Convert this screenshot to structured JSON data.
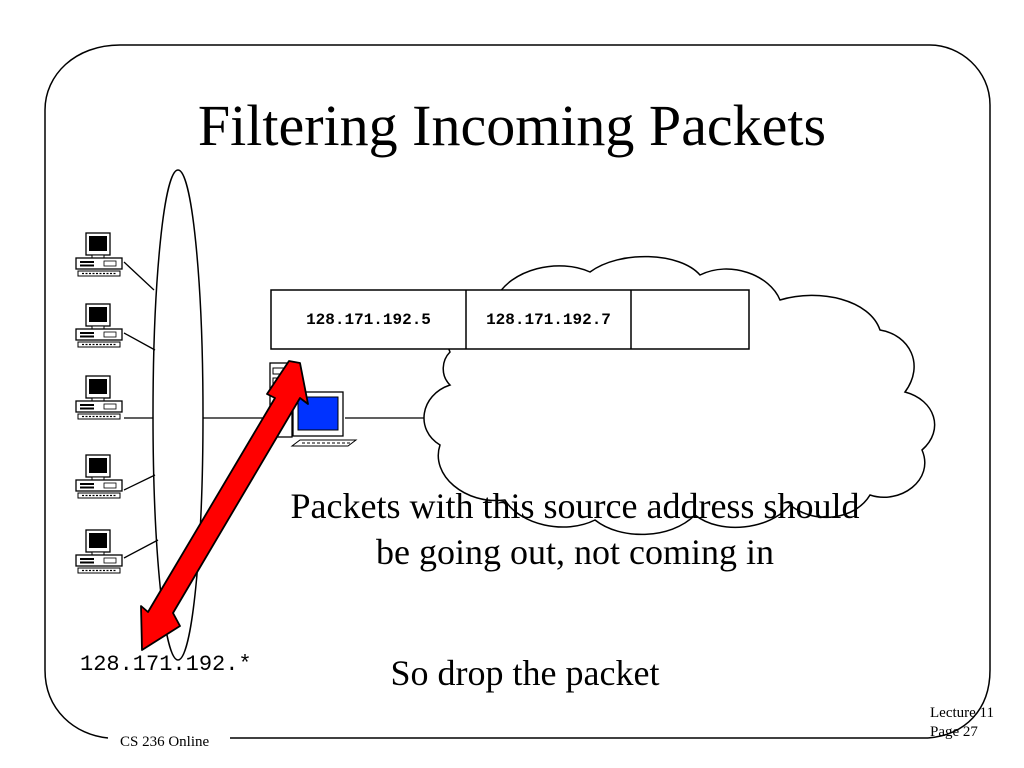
{
  "slide": {
    "title": "Filtering Incoming Packets",
    "caption": "Packets with this source address should be going out, not coming in",
    "action": "So drop the packet",
    "subnet_label": "128.171.192.*"
  },
  "packet": {
    "fields": [
      "128.171.192.5",
      "128.171.192.7",
      ""
    ]
  },
  "footer": {
    "course": "CS 236 Online",
    "lecture": "Lecture 11",
    "page": "Page 27"
  },
  "colors": {
    "arrow": "#ff0000",
    "monitor_screen": "#0033ff",
    "outline": "#000000"
  },
  "icons": [
    "desktop-computer-icon",
    "workstation-icon",
    "internet-cloud-icon",
    "double-arrow-icon"
  ]
}
